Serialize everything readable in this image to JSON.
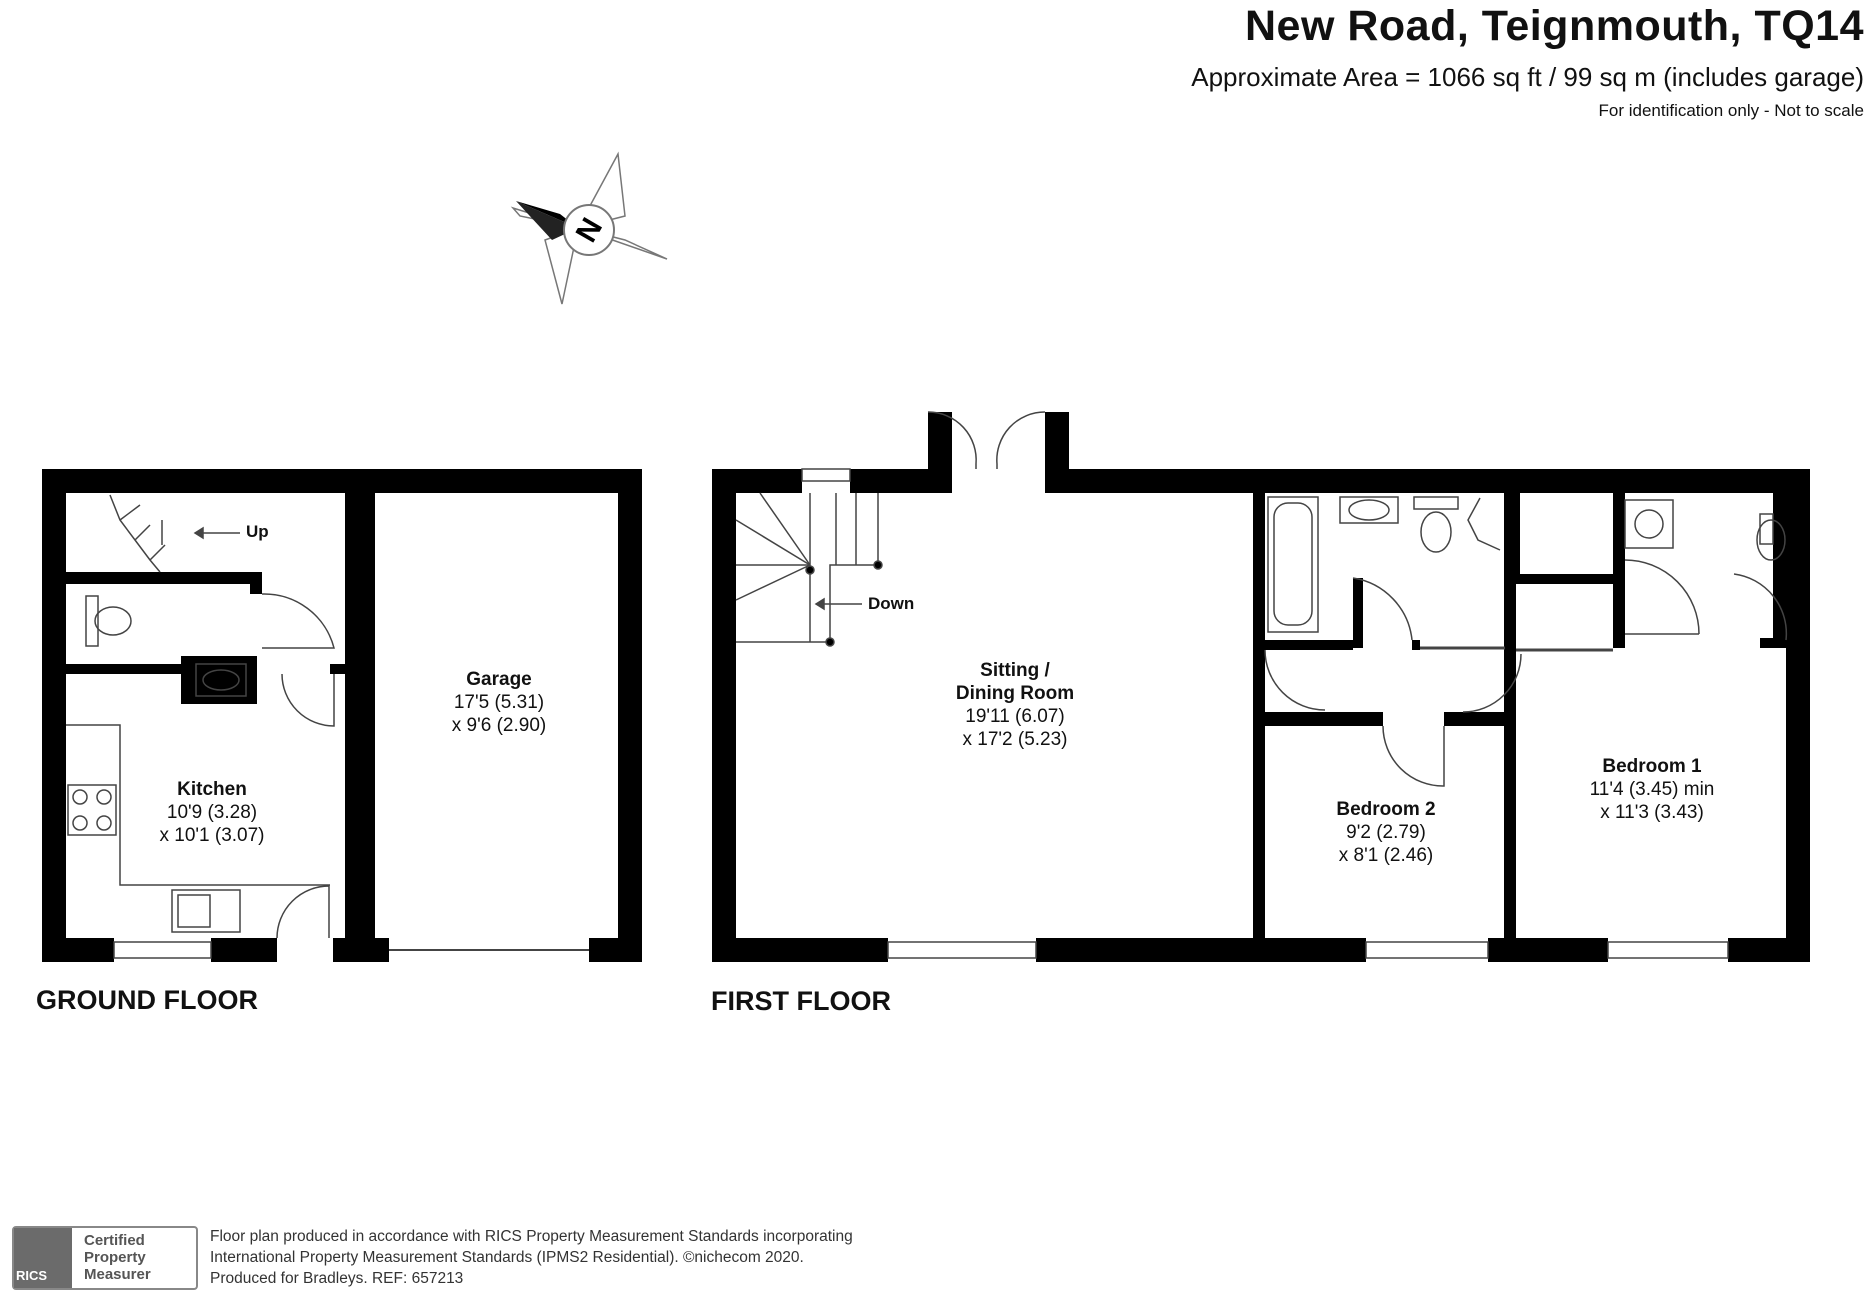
{
  "header": {
    "title": "New Road, Teignmouth, TQ14",
    "area": "Approximate Area = 1066 sq ft / 99 sq m (includes garage)",
    "note": "For identification only - Not to scale"
  },
  "compass": {
    "letter": "N",
    "icon": "compass-north-icon"
  },
  "ground_floor": {
    "label": "GROUND FLOOR",
    "stairs_label": "Up",
    "rooms": [
      {
        "name": "Kitchen",
        "dim1": "10'9 (3.28)",
        "dim2": "x 10'1 (3.07)"
      },
      {
        "name": "Garage",
        "dim1": "17'5 (5.31)",
        "dim2": "x 9'6 (2.90)"
      }
    ]
  },
  "first_floor": {
    "label": "FIRST FLOOR",
    "stairs_label": "Down",
    "rooms": [
      {
        "name": "Sitting /",
        "name2": "Dining Room",
        "dim1": "19'11 (6.07)",
        "dim2": "x 17'2 (5.23)"
      },
      {
        "name": "Bedroom 2",
        "dim1": "9'2 (2.79)",
        "dim2": "x 8'1 (2.46)"
      },
      {
        "name": "Bedroom 1",
        "dim1": "11'4 (3.45) min",
        "dim2": "x 11'3 (3.43)"
      }
    ]
  },
  "footer": {
    "line1": "Floor plan produced in accordance with RICS Property Measurement Standards incorporating",
    "line2": "International Property Measurement Standards (IPMS2 Residential).  ©nichecom 2020.",
    "line3": "Produced for Bradleys.   REF: 657213",
    "badge": {
      "line1": "Certified",
      "line2": "Property",
      "line3": "Measurer",
      "mark": "RICS"
    }
  },
  "colors": {
    "wall": "#000000",
    "fixture": "#555555",
    "background": "#ffffff"
  }
}
